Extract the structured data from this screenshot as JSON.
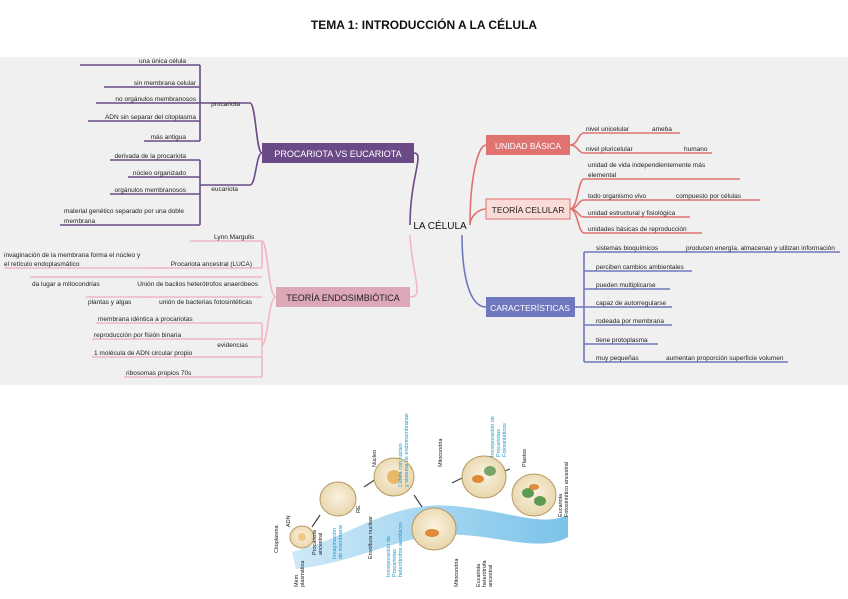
{
  "title": "TEMA 1: INTRODUCCIÓN A LA CÉLULA",
  "center": "LA CÉLULA",
  "colors": {
    "purple": "#6a4a87",
    "red": "#e0726f",
    "blue": "#6f78be",
    "pink": "#dca7b7",
    "pink_line": "#f0b7c2",
    "background": "#f0f0f0"
  },
  "procariota_vs_eucariota": {
    "label": "PROCARIOTA VS EUCARIOTA",
    "procariota": {
      "label": "procariota",
      "items": [
        "una única célula",
        "sin membrana celular",
        "no orgánulos membranosos",
        "ADN sin separar del citoplasma",
        "más antigua"
      ]
    },
    "eucariota": {
      "label": "eucariota",
      "items": [
        "derivada de la procariota",
        "núcleo organizado",
        "orgánulos membranosos",
        "material genético separado por una doble",
        "membrana"
      ]
    }
  },
  "teoria_endosimbiotica": {
    "label": "TEORÍA ENDOSIMBIÓTICA",
    "lynn": "Lynn Margulis",
    "luca": "Procariota ancestral (LUCA)",
    "luca_detail": [
      "invaginación de la membrana forma el núcleo y",
      "el retículo endoplasmático"
    ],
    "bacilos": "Unión de bacilos heterótrofos anaeróbeos",
    "bacilos_detail": "da lugar a mitocondrias",
    "fotosinteticas": "unión de bacterias fotosintéticas",
    "fotosinteticas_detail": "plantas y algas",
    "evidencias": {
      "label": "evidencias",
      "items": [
        "membrana idéntica a procariotas",
        "reproducción por fisión binaria",
        "1 molécula de ADN circular propio",
        "ribosomas propios 70s"
      ]
    }
  },
  "unidad_basica": {
    "label": "UNIDAD BÁSICA",
    "items": [
      {
        "text": "nivel unicelular",
        "detail": "ameba"
      },
      {
        "text": "nivel pluricelular",
        "detail": "humano"
      }
    ]
  },
  "teoria_celular": {
    "label": "TEORÍA CELULAR",
    "items": [
      {
        "text": "unidad de vida independientemente más",
        "text2": "elemental"
      },
      {
        "text": "todo organismo vivo",
        "detail": "compuesto por células"
      },
      {
        "text": "unidad estructural y fisiológica"
      },
      {
        "text": "unidades básicas de reproducción"
      }
    ]
  },
  "caracteristicas": {
    "label": "CARACTERÍSTICAS",
    "items": [
      {
        "text": "sistemas bioquímicos",
        "detail": "producen energía, almacenan y utilizan información"
      },
      {
        "text": "perciben cambios ambientales"
      },
      {
        "text": "pueden multiplicarse"
      },
      {
        "text": "capaz de autorregularse"
      },
      {
        "text": "rodeada por membrana"
      },
      {
        "text": "tiene protoplasma"
      },
      {
        "text": "muy pequeñas",
        "detail": "aumentan proporción superficie volumen"
      }
    ]
  },
  "figure": {
    "labels": {
      "citoplasma": "Citoplasma",
      "adn": "ADN",
      "mem": "Mem.",
      "plasmatica": "plasmática",
      "procariota": "Procariota",
      "ancestral": "ancestral",
      "invaginacion": "Invaginación",
      "de_membrana": "de membrana",
      "re": "RE",
      "envoltura": "Envoltura nuclear",
      "nucleo": "Núcleo",
      "celula_nucleo": "Célula con núcleo",
      "sistema": "y sistema de endomembranas",
      "incorporacion_a": "Incorporación de",
      "procariotas_a": "Procariotas",
      "heterotrofos": "heterótrofos aeróbicos",
      "mitocondria_top": "Mitocondria",
      "mitocondria_bottom": "Mitocondria",
      "eucariota_het": "Eucariota",
      "heterotrofa": "heterótrofa",
      "ancestral_b": "ancestral",
      "incorporacion_b": "Incorporación de",
      "procariotas_b": "Procariotas",
      "fotosinteticos": "Fotosintéticos",
      "plastos": "Plastos",
      "eucariota_foto": "Eucariota",
      "fotosintetico": "Fotosintético ancestral"
    }
  }
}
